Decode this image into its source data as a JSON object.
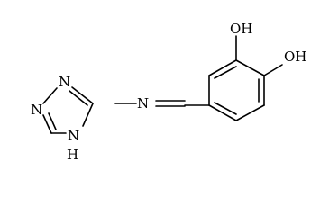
{
  "molecule": {
    "atoms": {
      "oh_top": "OH",
      "oh_right": "OH",
      "n_imine": "N",
      "n_ring_top": "N",
      "n_ring_left": "N",
      "n_ring_bottom": "N",
      "h_ring": "H"
    },
    "colors": {
      "bond": "#000000",
      "label": "#000000",
      "background": "#ffffff"
    }
  }
}
